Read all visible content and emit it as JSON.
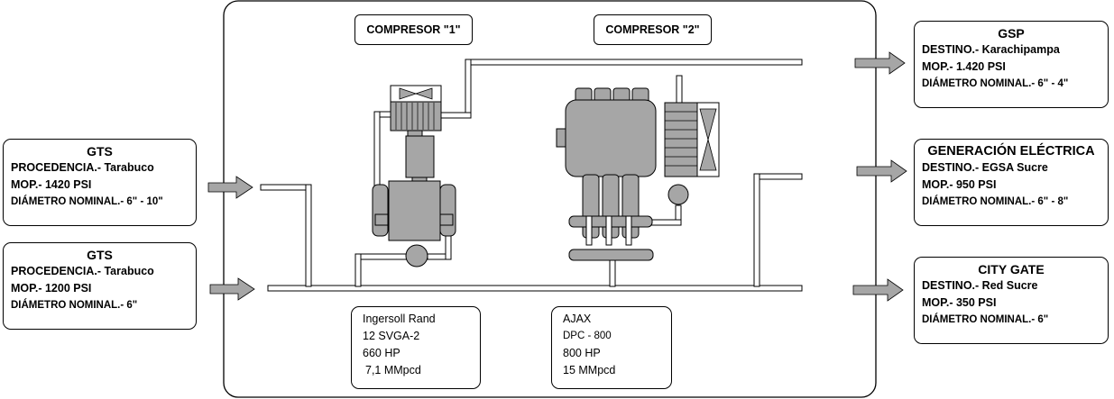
{
  "inlets": [
    {
      "title": "GTS",
      "line1": "PROCEDENCIA.- Tarabuco",
      "line2": "MOP.- 1420 PSI",
      "line3": "DIÁMETRO NOMINAL.- 6\" - 10\""
    },
    {
      "title": "GTS",
      "line1": "PROCEDENCIA.- Tarabuco",
      "line2": "MOP.- 1200 PSI",
      "line3": "DIÁMETRO NOMINAL.- 6\""
    }
  ],
  "outlets": [
    {
      "title": "GSP",
      "line1": "DESTINO.- Karachipampa",
      "line2": "MOP.- 1.420 PSI",
      "line3": "DIÁMETRO NOMINAL.- 6\" - 4\""
    },
    {
      "title": "GENERACIÓN ELÉCTRICA",
      "line1": "DESTINO.- EGSA Sucre",
      "line2": "MOP.- 950 PSI",
      "line3": "DIÁMETRO NOMINAL.- 6\" - 8\""
    },
    {
      "title": "CITY GATE",
      "line1": "DESTINO.- Red Sucre",
      "line2": "MOP.- 350 PSI",
      "line3": "DIÁMETRO NOMINAL.- 6\""
    }
  ],
  "compressors": [
    {
      "label": "COMPRESOR \"1\"",
      "spec1": "Ingersoll Rand",
      "spec2": "12 SVGA-2",
      "spec3": "660 HP",
      "spec4": "7,1 MMpcd"
    },
    {
      "label": "COMPRESOR \"2\"",
      "spec1": "AJAX",
      "spec2": "DPC - 800",
      "spec3": "800 HP",
      "spec4": "15 MMpcd"
    }
  ],
  "colors": {
    "equipment": "#a6a6a6",
    "arrow": "#a6a6a6",
    "pipe": "#ffffff",
    "stroke": "#000000"
  }
}
